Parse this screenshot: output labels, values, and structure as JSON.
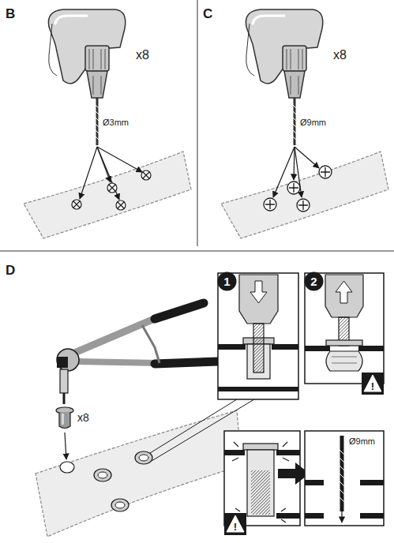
{
  "diagram": {
    "nodes": [
      {
        "text": [
          "1"
        ]
      },
      {
        "text": [
          "2"
        ]
      },
      {
        "text": [
          "!"
        ]
      },
      {
        "text": [
          "!"
        ]
      }
    ],
    "labels": [
      "B",
      "x8",
      "Ø3mm",
      "C",
      "x8",
      "Ø9mm",
      "D",
      "x8",
      "Ø9mm"
    ]
  }
}
